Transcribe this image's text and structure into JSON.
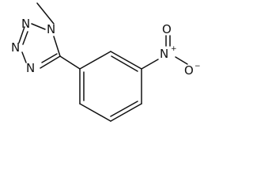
{
  "molecule": {
    "atoms": {
      "n1": "N",
      "n2": "N",
      "n3": "N",
      "n4": "N",
      "n_nitro": "N",
      "n_nitro_charge": "+",
      "o_top": "O",
      "o_right": "O",
      "o_right_charge": "−"
    }
  },
  "colors": {
    "bond": "#111111",
    "background": "#ffffff"
  }
}
